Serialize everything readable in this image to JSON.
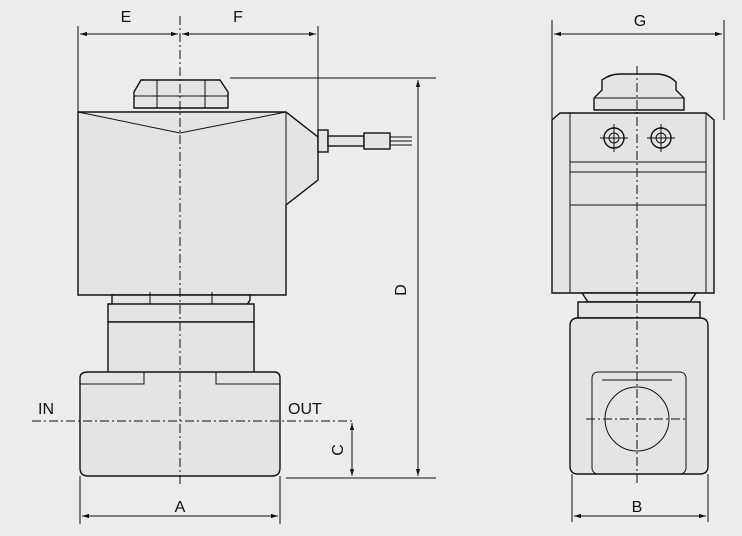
{
  "labels": {
    "dim_a": "A",
    "dim_b": "B",
    "dim_c": "C",
    "dim_d": "D",
    "dim_e": "E",
    "dim_f": "F",
    "dim_g": "G",
    "port_in": "IN",
    "port_out": "OUT"
  },
  "colors": {
    "background": "#ececec",
    "line": "#111111",
    "body_fill": "#e4e4e4"
  }
}
